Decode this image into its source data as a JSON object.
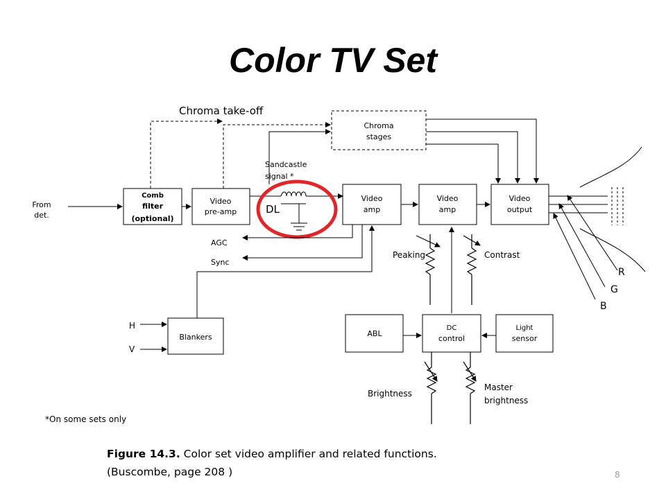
{
  "title": "Color TV Set",
  "labels": {
    "chroma_takeoff": "Chroma take-off",
    "sandcastle_1": "Sandcastle",
    "sandcastle_2": "signal *",
    "dl": "DL",
    "from_det_1": "From",
    "from_det_2": "det.",
    "agc": "AGC",
    "sync": "Sync",
    "peaking": "Peaking",
    "contrast": "Contrast",
    "h": "H",
    "v": "V",
    "brightness": "Brightness",
    "master_1": "Master",
    "master_2": "brightness",
    "r": "R",
    "g": "G",
    "b": "B"
  },
  "blocks": {
    "comb_1": "Comb",
    "comb_2": "filter",
    "comb_3": "(optional)",
    "preamp_1": "Video",
    "preamp_2": "pre-amp",
    "chroma_1": "Chroma",
    "chroma_2": "stages",
    "vamp1_1": "Video",
    "vamp1_2": "amp",
    "vamp2_1": "Video",
    "vamp2_2": "amp",
    "vout_1": "Video",
    "vout_2": "output",
    "blankers": "Blankers",
    "abl": "ABL",
    "dc_1": "DC",
    "dc_2": "control",
    "light_1": "Light",
    "light_2": "sensor"
  },
  "footnote": "*On some sets only",
  "caption": {
    "fig_label": "Figure 14.3.",
    "fig_text": "Color set video amplifier and related functions.",
    "source": "(Buscombe, page 208 )"
  },
  "page_number": "8",
  "colors": {
    "highlight_circle": "#e0262b",
    "lines": "#000000"
  }
}
